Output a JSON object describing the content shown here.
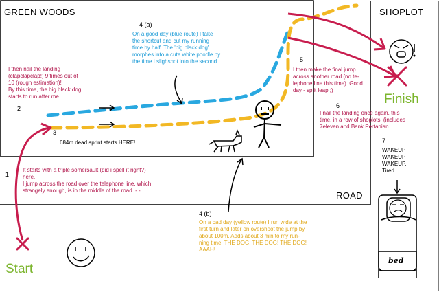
{
  "areas": {
    "green_woods": "GREEN WOODS",
    "shoplot": "SHOPLOT",
    "road": "ROAD"
  },
  "markers": {
    "start": "Start",
    "finish": "Finish",
    "bed": "bed"
  },
  "steps": [
    {
      "id": "1",
      "text": "It starts with a triple somersault (did i spell it right?)\nhere.\nI jump across the road over the telephone line, which\nstrangely enough, is in the middle of the road. -.-"
    },
    {
      "id": "2",
      "text": "I then nail the landing\n(clapclapclap!) 9 times out of\n10 (rough estimation)!\nBy this time, the big black dog\nstarts to run after me."
    },
    {
      "id": "3",
      "text": "684m dead sprint starts HERE!"
    },
    {
      "id": "4 (a)",
      "text": "On a good day (blue route) I take\nthe shortcut and cut my running\ntime by half. The 'big black dog'\nmorphes into a cute white poodle by\nthe time I slighshot into the second."
    },
    {
      "id": "4 (b)",
      "text": "On a bad day (yellow route) I run wide at the\nfirst turn and later on overshoot the jump by\nabout 100m. Adds about 3 min to my run-\nning time. THE DOG! THE DOG! THE DOG!\nAAAH!"
    },
    {
      "id": "5",
      "text": "I then make the final jump\nacross another road (no te-\nlephone line this time). Good\nday - split leap ;)"
    },
    {
      "id": "6",
      "text": "I nail the landing once again, this\ntime, in a row of shoplots. (includes\n7eleven and Bank Pertanian."
    },
    {
      "id": "7",
      "text": "WAKEUP\nWAKEUP\nWAKEUP.\nTired."
    }
  ],
  "colors": {
    "red_route": "#c81d4e",
    "blue_route": "#29a8e0",
    "yellow_route": "#f2b824",
    "start_finish": "#7cb52e"
  }
}
